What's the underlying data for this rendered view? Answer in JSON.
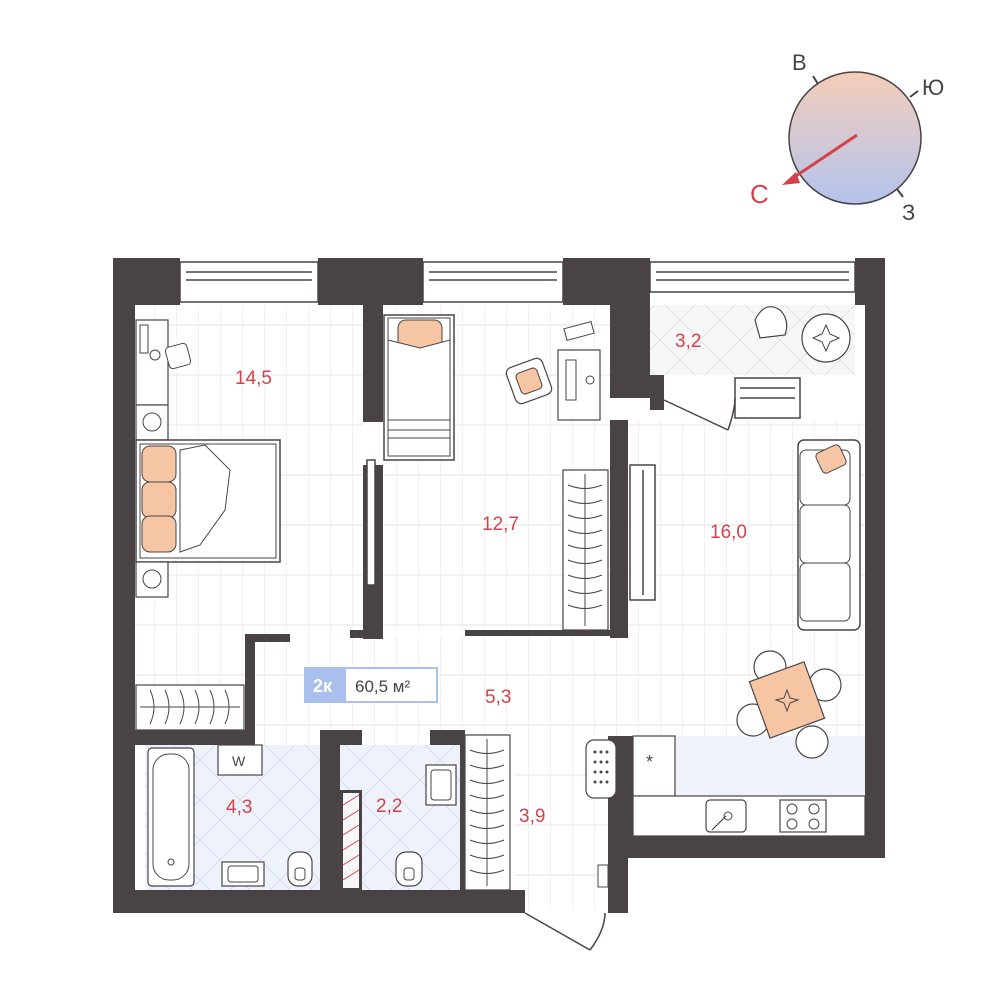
{
  "compass": {
    "letters": {
      "north": "С",
      "east": "В",
      "south": "Ю",
      "west": "З"
    },
    "colors": {
      "arrow": "#d3424b",
      "gradient_top": "#f4cdb8",
      "gradient_bottom": "#b3c4ee"
    }
  },
  "rooms": [
    {
      "id": "bedroom-1",
      "area": "14,5"
    },
    {
      "id": "bedroom-2",
      "area": "12,7"
    },
    {
      "id": "balcony",
      "area": "3,2"
    },
    {
      "id": "living-kitchen",
      "area": "16,0"
    },
    {
      "id": "hallway",
      "area": "5,3"
    },
    {
      "id": "bathroom",
      "area": "4,3"
    },
    {
      "id": "toilet",
      "area": "2,2"
    },
    {
      "id": "wardrobe",
      "area": "3,9"
    }
  ],
  "badge": {
    "rooms": "2к",
    "total_area": "60,5 м²"
  },
  "appliance": {
    "washer": "W",
    "fridge_mark": "*"
  },
  "colors": {
    "wall": "#4a4346",
    "area_label": "#d3424b",
    "furniture_accent": "#f6c6a4",
    "tile": "#eef2fb",
    "badge_bg": "#a9c0ee"
  }
}
